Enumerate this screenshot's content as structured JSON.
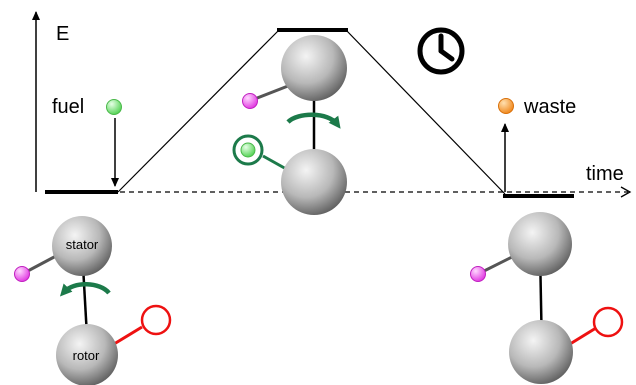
{
  "axis": {
    "y_label": "E",
    "x_label": "time"
  },
  "labels": {
    "fuel": "fuel",
    "waste": "waste",
    "stator": "stator",
    "rotor": "rotor"
  },
  "colors": {
    "fuel": "#5fdd5f",
    "waste": "#f08a1c",
    "magenta_ligand": "#ee44ee",
    "empty_site": "#ee1111",
    "bound_site": "#1c7a4a",
    "rotation_arrow": "#1c7a4a",
    "level": "#000000",
    "sphere_light": "#f2f2f2",
    "sphere_dark": "#5a5a5a"
  },
  "icons": {
    "clock": "clock-icon",
    "rotation": "curved-rotation-arrow-icon"
  }
}
